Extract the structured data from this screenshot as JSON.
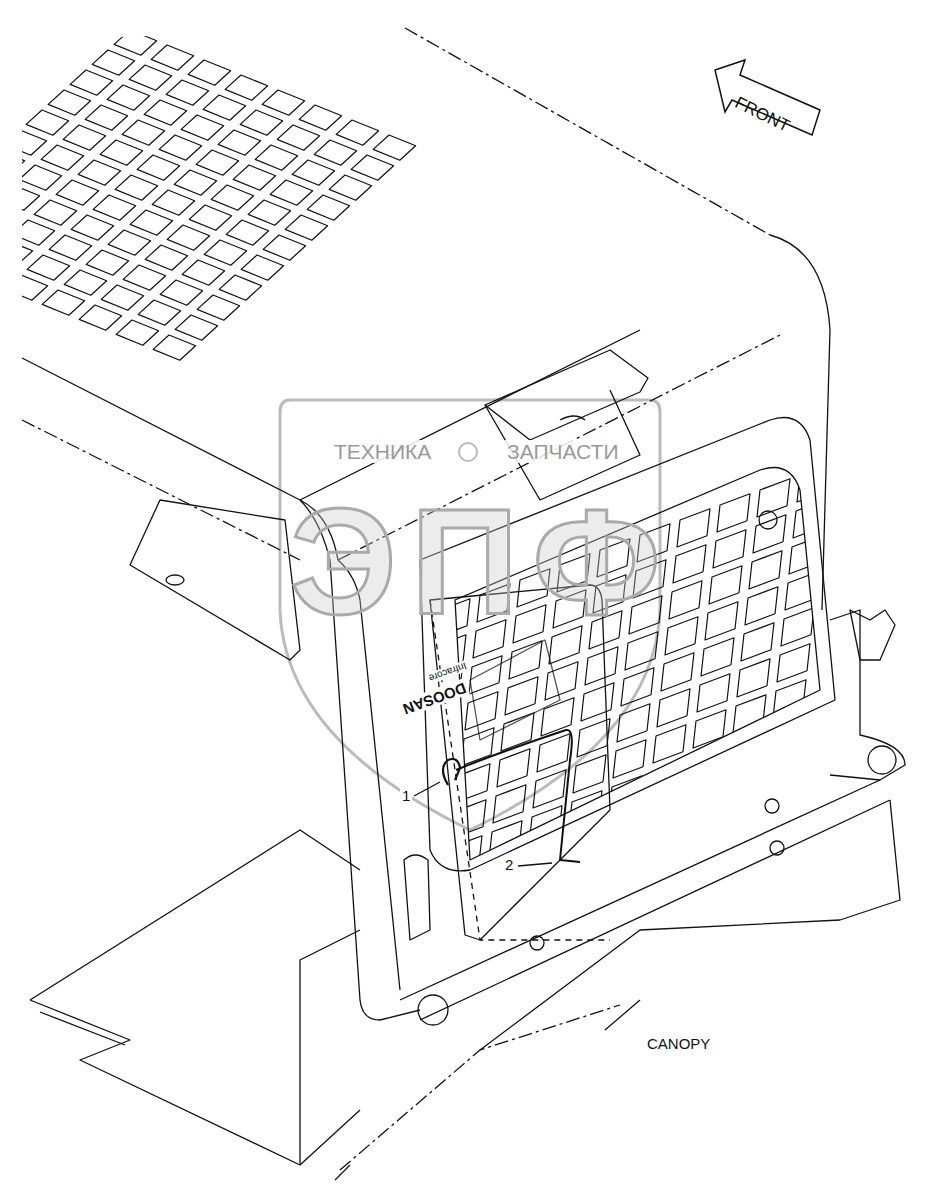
{
  "diagram": {
    "labels": [
      "FRONT",
      "1",
      "2",
      "CANOPY",
      "ТЕХНИКА",
      "ЗАПЧАСТИ",
      "ЭПФ",
      "DOOSAN",
      "Infracore"
    ]
  }
}
